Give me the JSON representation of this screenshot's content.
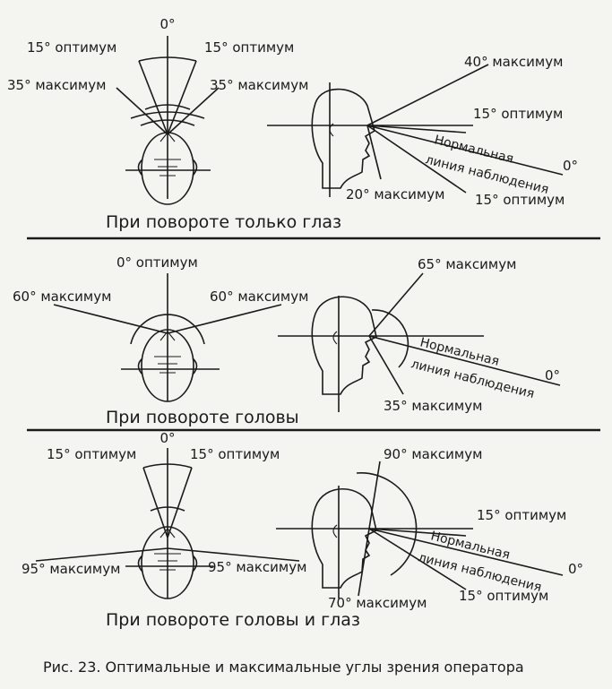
{
  "section1": {
    "top": {
      "zero": "0°",
      "opt_left": "15° оптимум",
      "opt_right": "15° оптимум",
      "max_left": "35° максимум",
      "max_right": "35° максимум"
    },
    "side": {
      "max_up": "40° максимум",
      "opt_up": "15° оптимум",
      "normal_line_1": "Нормальная",
      "normal_line_2": "линия наблюдения",
      "zero": "0°",
      "max_down": "20° максимум",
      "opt_down": "15° оптимум"
    },
    "title": "При повороте только глаз"
  },
  "section2": {
    "top": {
      "zero": "0° оптимум",
      "max_left": "60° максимум",
      "max_right": "60° максимум"
    },
    "side": {
      "max_up": "65° максимум",
      "normal_line_1": "Нормальная",
      "normal_line_2": "линия наблюдения",
      "zero": "0°",
      "max_down": "35° максимум"
    },
    "title": "При повороте головы"
  },
  "section3": {
    "top": {
      "zero": "0°",
      "opt_left": "15° оптимум",
      "opt_right": "15° оптимум",
      "max_left": "95° максимум",
      "max_right": "95° максимум"
    },
    "side": {
      "max_up": "90° максимум",
      "opt_up": "15° оптимум",
      "normal_line_1": "Нормальная",
      "normal_line_2": "линия наблюдения",
      "zero": "0°",
      "max_down": "70° максимум",
      "opt_down": "15° оптимум"
    },
    "title": "При повороте головы и глаз"
  },
  "caption": "Рис. 23. Оптимальные и максимальные углы зрения оператора"
}
